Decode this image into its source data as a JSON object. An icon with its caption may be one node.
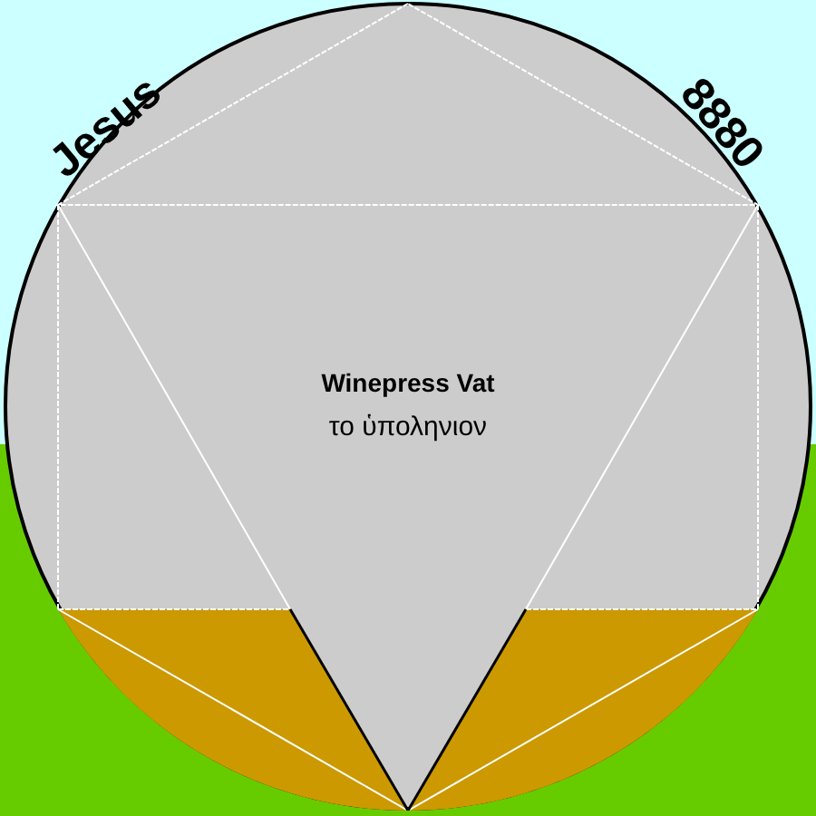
{
  "diagram": {
    "nodes": [
      {
        "text": [
          "Winepress Vat",
          "το ὑποληνιον"
        ]
      }
    ],
    "edges": [],
    "labels": [
      "Jesus",
      "8880"
    ]
  }
}
